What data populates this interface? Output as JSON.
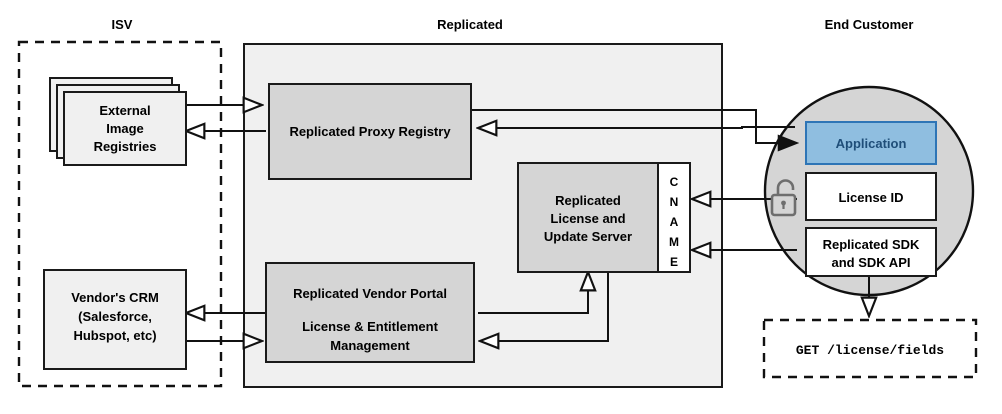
{
  "diagram": {
    "title": "Replicated vendor / end-customer architecture",
    "zones": [
      {
        "id": "isv",
        "label": "ISV",
        "style": "dashed-box"
      },
      {
        "id": "replicated",
        "label": "Replicated",
        "style": "solid-gray-box"
      },
      {
        "id": "end_customer",
        "label": "End Customer",
        "style": "gray-circle"
      }
    ],
    "nodes": {
      "external_image_registries": {
        "label_lines": [
          "External",
          "Image",
          "Registries"
        ],
        "zone": "isv",
        "shape": "stacked-rectangles",
        "fill": "#F0F0F0"
      },
      "vendors_crm": {
        "label_lines": [
          "Vendor's CRM",
          "(Salesforce,",
          "Hubspot, etc)"
        ],
        "zone": "isv",
        "shape": "rectangle",
        "fill": "#F0F0F0"
      },
      "replicated_proxy_registry": {
        "label_lines": [
          "Replicated Proxy Registry"
        ],
        "zone": "replicated",
        "shape": "rectangle",
        "fill": "#D5D5D5"
      },
      "replicated_license_update_server": {
        "label_lines": [
          "Replicated",
          "License and",
          "Update Server"
        ],
        "zone": "replicated",
        "shape": "rectangle",
        "fill": "#D5D5D5"
      },
      "cname_strip": {
        "label_lines": [
          "C",
          "N",
          "A",
          "M",
          "E"
        ],
        "zone": "replicated",
        "shape": "vertical-strip",
        "fill": "#FFFFFF"
      },
      "replicated_vendor_portal": {
        "label_lines": [
          "Replicated Vendor Portal",
          "License & Entitlement",
          "Management"
        ],
        "zone": "replicated",
        "shape": "rectangle",
        "fill": "#D5D5D5"
      },
      "application": {
        "label_lines": [
          "Application"
        ],
        "zone": "end_customer",
        "shape": "rectangle",
        "fill": "#8FBEE0",
        "stroke": "#2E75B6",
        "text_color": "#1F4E79"
      },
      "license_id": {
        "label_lines": [
          "License ID"
        ],
        "zone": "end_customer",
        "shape": "rectangle",
        "fill": "#FFFFFF"
      },
      "replicated_sdk": {
        "label_lines": [
          "Replicated SDK",
          "and SDK API"
        ],
        "zone": "end_customer",
        "shape": "rectangle",
        "fill": "#FFFFFF"
      },
      "license_request": {
        "label_lines": [
          "GET /license/fields"
        ],
        "zone": "end_customer",
        "shape": "dashed-rectangle",
        "font": "monospace"
      },
      "padlock": {
        "icon": "unlocked-padlock-icon",
        "zone": "end_customer",
        "color": "#6E6E6E"
      }
    },
    "connections": [
      {
        "from": "external_image_registries",
        "to": "replicated_proxy_registry",
        "direction": "forward"
      },
      {
        "from": "replicated_proxy_registry",
        "to": "external_image_registries",
        "direction": "forward"
      },
      {
        "from": "replicated_proxy_registry",
        "to": "application",
        "direction": "forward"
      },
      {
        "from": "application",
        "to": "replicated_proxy_registry",
        "direction": "forward"
      },
      {
        "from": "license_id",
        "to": "cname_strip",
        "direction": "forward"
      },
      {
        "from": "replicated_sdk",
        "to": "cname_strip",
        "direction": "forward"
      },
      {
        "from": "replicated_vendor_portal",
        "to": "replicated_license_update_server",
        "direction": "forward"
      },
      {
        "from": "replicated_license_update_server",
        "to": "replicated_vendor_portal",
        "direction": "forward"
      },
      {
        "from": "replicated_vendor_portal",
        "to": "vendors_crm",
        "direction": "forward"
      },
      {
        "from": "vendors_crm",
        "to": "replicated_vendor_portal",
        "direction": "forward"
      },
      {
        "from": "replicated_sdk",
        "to": "license_request",
        "direction": "forward"
      }
    ],
    "colors": {
      "node_gray": "#D5D5D5",
      "node_light": "#F0F0F0",
      "zone_light": "#F0F0F0",
      "accent_blue_fill": "#8FBEE0",
      "accent_blue_stroke": "#2E75B6",
      "accent_blue_text": "#1F4E79",
      "line": "#111111",
      "lock_gray": "#6E6E6E"
    }
  }
}
